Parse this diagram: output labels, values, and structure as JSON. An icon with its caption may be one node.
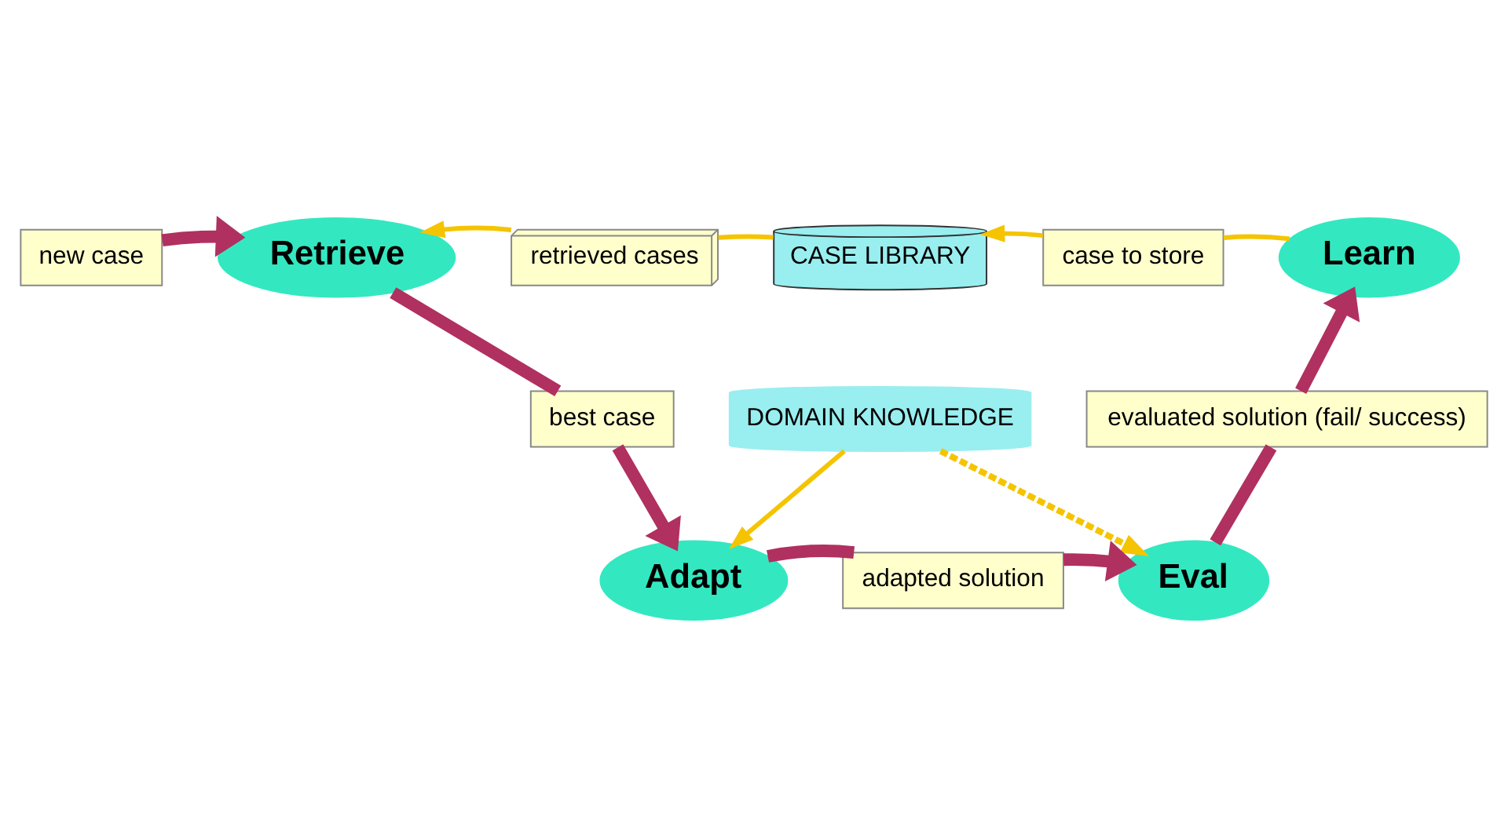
{
  "diagram": {
    "nodes": [
      {
        "text": [
          "new case"
        ]
      },
      {
        "text": [
          "Retrieve"
        ]
      },
      {
        "text": [
          "retrieved cases"
        ]
      },
      {
        "text": [
          "CASE LIBRARY"
        ]
      },
      {
        "text": [
          "DOMAIN KNOWLEDGE"
        ]
      },
      {
        "text": [
          "case to store"
        ]
      },
      {
        "text": [
          "Learn"
        ]
      },
      {
        "text": [
          "best case"
        ]
      },
      {
        "text": [
          "Adapt"
        ]
      },
      {
        "text": [
          "adapted solution"
        ]
      },
      {
        "text": [
          "Eval"
        ]
      },
      {
        "text": [
          "evaluated solution (fail/ success)"
        ]
      }
    ],
    "edges": [
      {
        "from": 0,
        "to": 1,
        "arrow": "to"
      },
      {
        "from": 1,
        "to": 7,
        "arrow": "none"
      },
      {
        "from": 7,
        "to": 8,
        "arrow": "to"
      },
      {
        "from": 8,
        "to": 9,
        "arrow": "none"
      },
      {
        "from": 9,
        "to": 10,
        "arrow": "to"
      },
      {
        "from": 10,
        "to": 11,
        "arrow": "none"
      },
      {
        "from": 11,
        "to": 6,
        "arrow": "to"
      },
      {
        "from": 3,
        "to": 2,
        "arrow": "none",
        "color": "#f5c400"
      },
      {
        "from": 2,
        "to": 1,
        "arrow": "to",
        "color": "#f5c400"
      },
      {
        "from": 6,
        "to": 5,
        "arrow": "none",
        "color": "#f5c400"
      },
      {
        "from": 5,
        "to": 3,
        "arrow": "to",
        "color": "#f5c400"
      },
      {
        "from": 4,
        "to": 8,
        "arrow": "to",
        "color": "#f5c400"
      },
      {
        "from": 4,
        "to": 10,
        "arrow": "to",
        "style": "dashed",
        "color": "#f5c400"
      }
    ]
  }
}
